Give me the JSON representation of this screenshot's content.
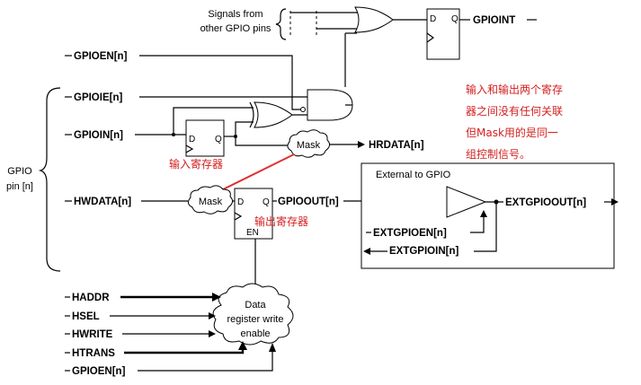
{
  "inputs": {
    "gpioen": "GPIOEN[n]",
    "gpioie": "GPIOIE[n]",
    "gpioin": "GPIOIN[n]",
    "hwdata": "HWDATA[n]",
    "haddr": "HADDR",
    "hsel": "HSEL",
    "hwrite": "HWRITE",
    "htrans": "HTRANS",
    "gpioen2": "GPIOEN[n]"
  },
  "outputs": {
    "gpioint": "GPIOINT",
    "hrdata": "HRDATA[n]",
    "gpioout": "GPIOOUT[n]",
    "extgpioout": "EXTGPIOOUT[n]",
    "extgpioen": "EXTGPIOEN[n]",
    "extgpioin": "EXTGPIOIN[n]"
  },
  "blocks": {
    "signals_from_line1": "Signals from",
    "signals_from_line2": "other GPIO pins",
    "mask1": "Mask",
    "mask2": "Mask",
    "external": "External to GPIO",
    "dreg_line1": "Data",
    "dreg_line2": "register write",
    "dreg_line3": "enable",
    "gpio_pin_line1": "GPIO",
    "gpio_pin_line2": "pin [n]",
    "ff_d": "D",
    "ff_q": "Q",
    "ff_en": "EN"
  },
  "annotations": {
    "in_reg": "输入寄存器",
    "out_reg": "输出寄存器",
    "note_line1": "输入和输出两个寄存",
    "note_line2": "器之间没有任何关联",
    "note_line3": "但Mask用的是同一",
    "note_line4": "组控制信号。"
  },
  "colors": {
    "annotation": "#d42020",
    "wire": "#000000"
  }
}
